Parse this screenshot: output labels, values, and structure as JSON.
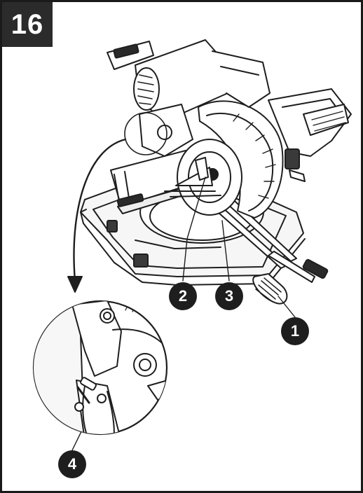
{
  "step": {
    "number": "16"
  },
  "callouts": [
    "1",
    "2",
    "3",
    "4"
  ],
  "colors": {
    "ink": "#1e1e1e",
    "badge": "#2b2b2b",
    "paper": "#ffffff"
  }
}
